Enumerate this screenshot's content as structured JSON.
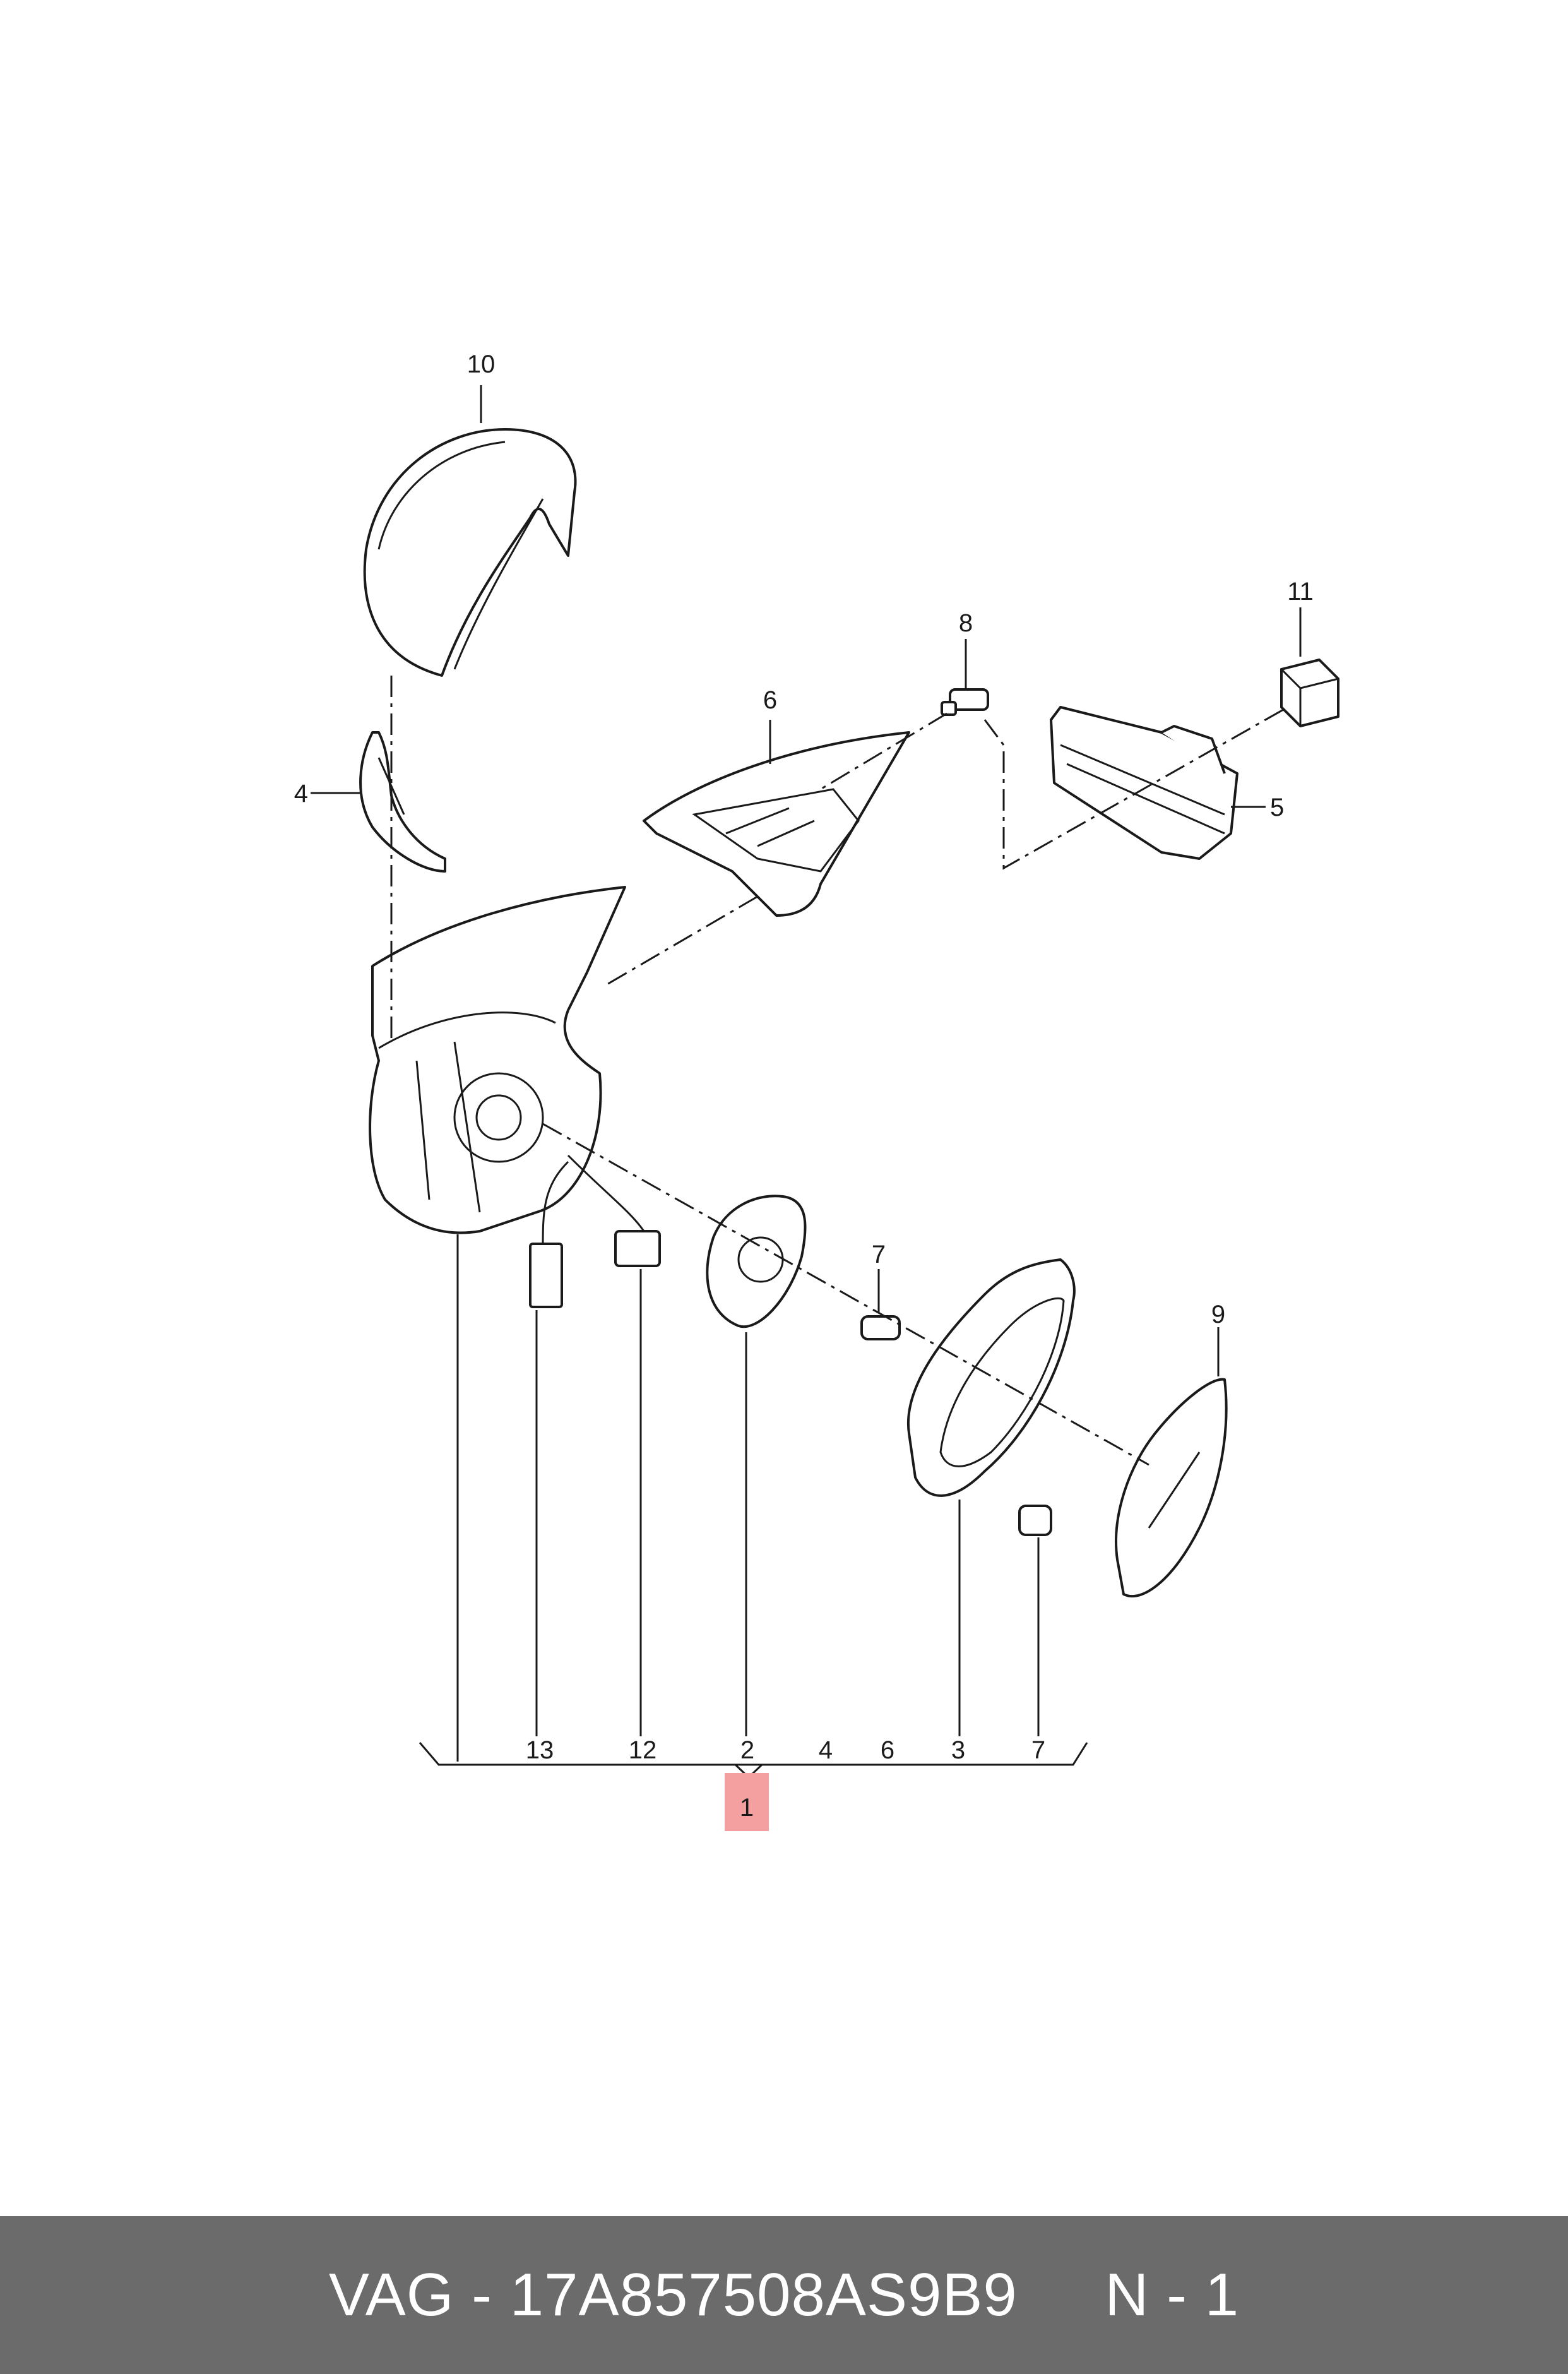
{
  "diagram": {
    "callouts": {
      "c10": "10",
      "c4": "4",
      "c6": "6",
      "c8": "8",
      "c11": "11",
      "c5": "5",
      "c7a": "7",
      "c9": "9",
      "c7b": "7",
      "b13": "13",
      "b12": "12",
      "b2": "2",
      "b4": "4",
      "b6": "6",
      "b3": "3",
      "b7": "7",
      "assembly": "1"
    },
    "highlight_color": "#f4a0a0"
  },
  "footer": {
    "text": "VAG - 17A857508AS9B9     N - 1",
    "background": "#6b6b6b"
  }
}
